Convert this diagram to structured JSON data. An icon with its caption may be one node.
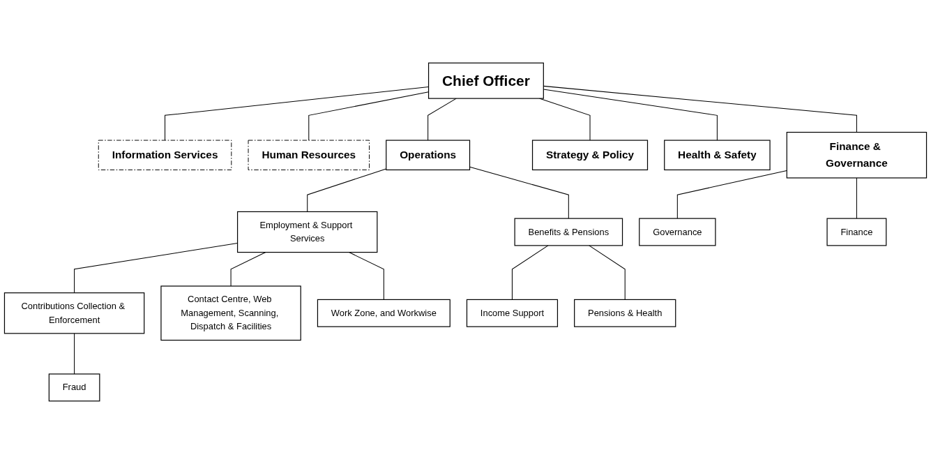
{
  "diagram": {
    "nodes": [
      {
        "text": [
          "Chief Officer"
        ]
      },
      {
        "text": [
          "Information Services"
        ]
      },
      {
        "text": [
          "Human Resources"
        ]
      },
      {
        "text": [
          "Operations"
        ]
      },
      {
        "text": [
          "Strategy & Policy"
        ]
      },
      {
        "text": [
          "Health & Safety"
        ]
      },
      {
        "text": [
          "Finance & Governance"
        ]
      },
      {
        "text": [
          "Employment & Support Services"
        ]
      },
      {
        "text": [
          "Benefits & Pensions"
        ]
      },
      {
        "text": [
          "Governance"
        ]
      },
      {
        "text": [
          "Finance"
        ]
      },
      {
        "text": [
          "Contributions Collection & Enforcement"
        ]
      },
      {
        "text": [
          "Contact Centre, Web Management, Scanning, Dispatch & Facilities"
        ]
      },
      {
        "text": [
          "Work Zone, and Workwise"
        ]
      },
      {
        "text": [
          "Income Support"
        ]
      },
      {
        "text": [
          "Pensions & Health"
        ]
      },
      {
        "text": [
          "Fraud"
        ]
      }
    ],
    "edges": [
      {
        "from": 0,
        "to": 1,
        "arrow": "none"
      },
      {
        "from": 0,
        "to": 2,
        "arrow": "none"
      },
      {
        "from": 0,
        "to": 3,
        "arrow": "none"
      },
      {
        "from": 0,
        "to": 4,
        "arrow": "none"
      },
      {
        "from": 0,
        "to": 5,
        "arrow": "none"
      },
      {
        "from": 0,
        "to": 6,
        "arrow": "none"
      },
      {
        "from": 3,
        "to": 7,
        "arrow": "none"
      },
      {
        "from": 3,
        "to": 8,
        "arrow": "none"
      },
      {
        "from": 6,
        "to": 9,
        "arrow": "none"
      },
      {
        "from": 6,
        "to": 10,
        "arrow": "none"
      },
      {
        "from": 7,
        "to": 11,
        "arrow": "none"
      },
      {
        "from": 7,
        "to": 12,
        "arrow": "none"
      },
      {
        "from": 7,
        "to": 13,
        "arrow": "none"
      },
      {
        "from": 8,
        "to": 14,
        "arrow": "none"
      },
      {
        "from": 8,
        "to": 15,
        "arrow": "none"
      },
      {
        "from": 11,
        "to": 16,
        "arrow": "none"
      }
    ]
  }
}
